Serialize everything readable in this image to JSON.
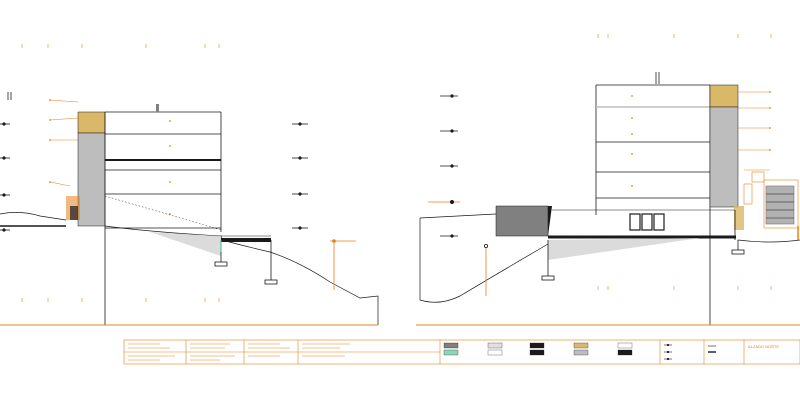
{
  "sheet": {
    "title": "ALZADO NORTE",
    "accent_color": "#e8801e",
    "line_color": "#1a1a1a",
    "facade_fill_color": "#d9b868",
    "wall_fill_color": "#bdbdbd",
    "grass_fill_color": "#8fd6b8",
    "dark_fill_color": "#808080"
  },
  "elevations": [
    {
      "name": "left-elevation",
      "floor_levels": 5
    },
    {
      "name": "right-elevation",
      "floor_levels": 5
    }
  ]
}
